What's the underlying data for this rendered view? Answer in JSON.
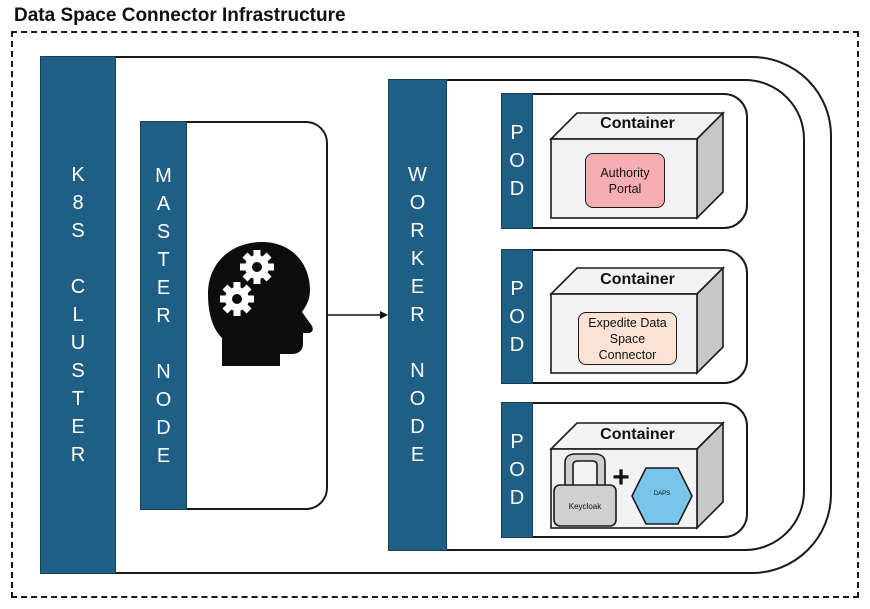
{
  "title": "Data Space Connector Infrastructure",
  "cluster": {
    "letters": [
      "K",
      "8",
      "S",
      "",
      "C",
      "L",
      "U",
      "S",
      "T",
      "E",
      "R"
    ]
  },
  "master_node": {
    "letters": [
      "M",
      "A",
      "S",
      "T",
      "E",
      "R",
      "",
      "N",
      "O",
      "D",
      "E"
    ]
  },
  "worker_node": {
    "letters": [
      "W",
      "O",
      "R",
      "K",
      "E",
      "R",
      "",
      "N",
      "O",
      "D",
      "E"
    ]
  },
  "pods": [
    {
      "letters": [
        "P",
        "O",
        "D"
      ],
      "container_label": "Container",
      "app_label": "Authority Portal",
      "app_color": "#f7aeb2"
    },
    {
      "letters": [
        "P",
        "O",
        "D"
      ],
      "container_label": "Container",
      "app_label": "Expedite Data Space Connector",
      "app_color": "#fbe2d4"
    },
    {
      "letters": [
        "P",
        "O",
        "D"
      ],
      "container_label": "Container",
      "keycloak_label": "Keycloak",
      "daps_label": "DAPS",
      "plus": "+"
    }
  ],
  "colors": {
    "bar": "#1f5f85",
    "container_front": "#f2f2f2",
    "container_side": "#c7c7c7",
    "keycloak": "#d0d0d0",
    "daps": "#78c5ea"
  },
  "icons": {
    "master": "head-with-gears-icon",
    "arrow": "arrow-right-icon",
    "keycloak": "padlock-icon"
  }
}
